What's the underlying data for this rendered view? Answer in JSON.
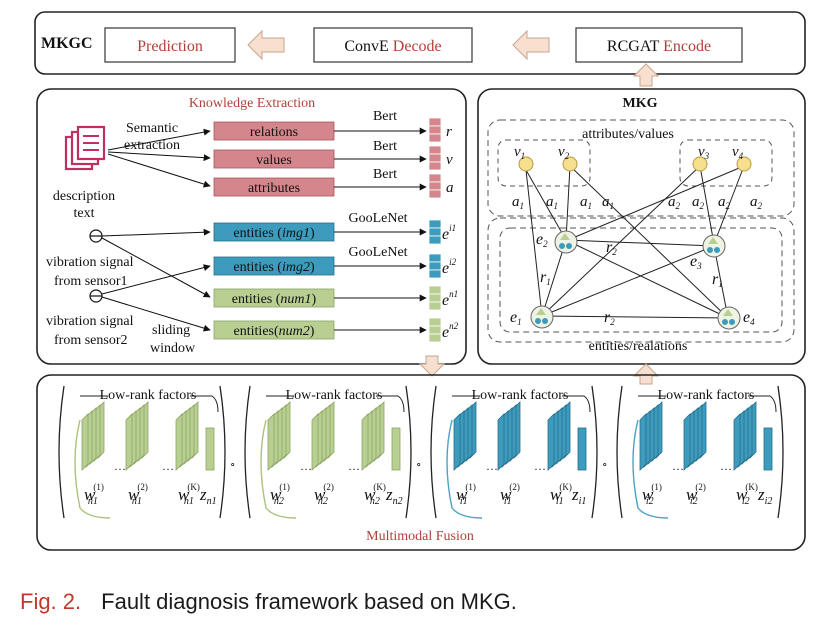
{
  "pipeline": {
    "label": "MKGC",
    "prediction": "Prediction",
    "convE_prefix": "ConvE ",
    "convE_suffix": "Decode",
    "rcgat_prefix": "RCGAT ",
    "rcgat_suffix": "Encode"
  },
  "knowledge_extraction": {
    "title": "Knowledge Extraction",
    "semantic_line1": "Semantic",
    "semantic_line2": "extraction",
    "desc_line1": "description",
    "desc_line2": "text",
    "vib1_line1": "vibration signal",
    "vib1_line2": "from  sensor1",
    "vib2_line1": "vibration signal",
    "vib2_line2": "from  sensor2",
    "sliding_line1": "sliding",
    "sliding_line2": "window",
    "bert1": "Bert",
    "bert2": "Bert",
    "bert3": "Bert",
    "googlenet1": "GooLeNet",
    "googlenet2": "GooLeNet",
    "bars": {
      "relations": "relations",
      "values": "values",
      "attributes": "attributes",
      "ent_img1_prefix": "entities (",
      "ent_img1_arg": "img1",
      "ent_img2_prefix": "entities (",
      "ent_img2_arg": "img2",
      "ent_num1_prefix": "entities (",
      "ent_num1_arg": "num1",
      "ent_num2_prefix": "entities(",
      "ent_num2_arg": "num2",
      "close": ")"
    },
    "outputs": {
      "r": "r",
      "v": "v",
      "a": "a",
      "e": "e",
      "sup_i1": "i1",
      "sup_i2": "i2",
      "sup_n1": "n1",
      "sup_n2": "n2"
    }
  },
  "mkg": {
    "title": "MKG",
    "attributes_values": "attributes/values",
    "entities_relations": "entities/realations",
    "v": "v",
    "a": "a",
    "e": "e",
    "r": "r",
    "s1": "1",
    "s2": "2",
    "s3": "3",
    "s4": "4"
  },
  "fusion": {
    "title": "Multimodal Fusion",
    "low_rank": "Low-rank factors",
    "w": "w",
    "z": "z",
    "dots": "…",
    "circ": "∘",
    "k1": "(1)",
    "k2": "(2)",
    "kK": "(K)",
    "n1": "n1",
    "n2": "n2",
    "i1": "i1",
    "i2": "i2"
  },
  "caption": {
    "fig": "Fig. 2.",
    "text": "Fault diagnosis framework based on MKG."
  },
  "colors": {
    "pink": "#d4868c",
    "blue": "#3d9bbd",
    "green": "#b9cf92",
    "accent_red": "#b2403a",
    "arrow_fill": "#f7e0cf",
    "node_yellow": "#f6df8f"
  }
}
